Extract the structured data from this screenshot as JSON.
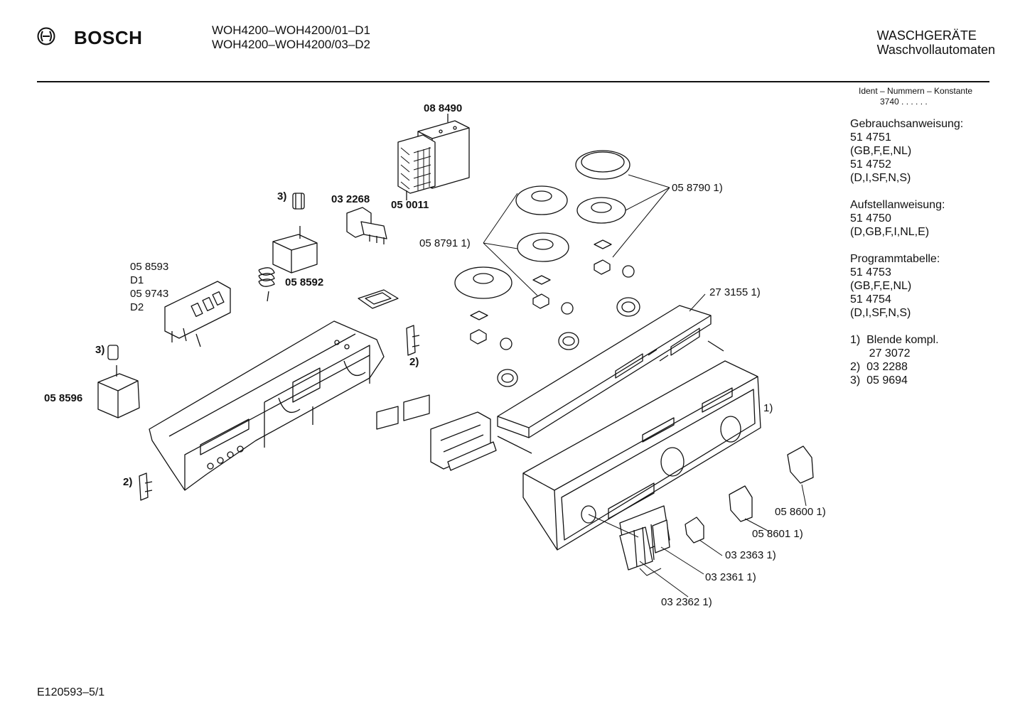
{
  "header": {
    "brand": "BOSCH",
    "model_line1": "WOH4200–WOH4200/01–D1",
    "model_line2": "WOH4200–WOH4200/03–D2",
    "category_line1": "WASCHGERÄTE",
    "category_line2": "Waschvollautomaten"
  },
  "sidebar": {
    "ident_title": "Ident – Nummern – Konstante",
    "ident_value": "3740  .  .  .  .  .  .",
    "lines": [
      "Gebrauchsanweisung:",
      "51 4751",
      "(GB,F,E,NL)",
      "51 4752",
      "(D,I,SF,N,S)",
      "",
      "Aufstellanweisung:",
      "51 4750",
      "(D,GB,F,I,NL,E)",
      "",
      "Programmtabelle:",
      "51 4753",
      "(GB,F,E,NL)",
      "51 4754",
      "(D,I,SF,N,S)",
      "",
      "1)  Blende kompl.",
      "      27 3072",
      "2)  03 2288",
      "3)  05 9694"
    ]
  },
  "labels": {
    "p088490": "08 8490",
    "p050011": "05 0011",
    "p032268": "03 2268",
    "note3_top": "3)",
    "p058592": "05 8592",
    "p058593": "05 8593",
    "d1": "D1",
    "p059743": "05 9743",
    "d2": "D2",
    "note3_left": "3)",
    "p058596": "05 8596",
    "note2_left": "2)",
    "note2_mid": "2)",
    "p058790": "05 8790 1)",
    "p058791": "05 8791 1)",
    "p273155": "27 3155 1)",
    "note1_panel": "1)",
    "p058600": "05 8600 1)",
    "p058601": "05 8601 1)",
    "p032363": "03 2363 1)",
    "p032361": "03 2361 1)",
    "p032362": "03 2362 1)"
  },
  "footer": {
    "code": "E120593–5/1"
  }
}
